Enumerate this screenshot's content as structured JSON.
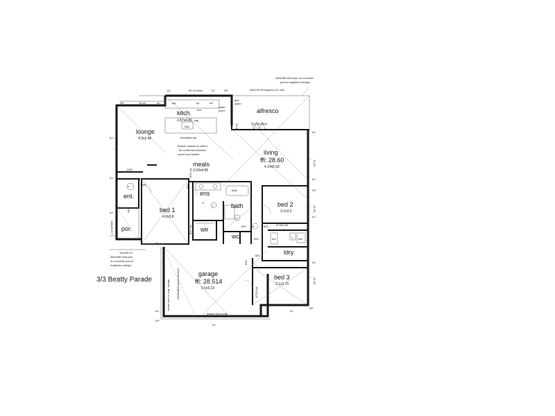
{
  "address": "3/3 Beatty Parade",
  "rooms": {
    "kitchen": {
      "name": "kitch.",
      "dims": "2.87x4.66"
    },
    "alfresco": {
      "name": "alfresco"
    },
    "lounge": {
      "name": "lounge",
      "dims": "4.0x3.48"
    },
    "living": {
      "name": "living",
      "ffl": "ffl: 28.60",
      "dims": "4.14x5.92"
    },
    "meals": {
      "name": "meals",
      "dims": "3.24x4.68"
    },
    "entry": {
      "name": "ent."
    },
    "porch": {
      "name": "por."
    },
    "bed1": {
      "name": "bed 1",
      "dims": "4.9x3.8"
    },
    "ensuite": {
      "name": "ens"
    },
    "bath": {
      "name": "bath"
    },
    "wir": {
      "name": "wir"
    },
    "wc": {
      "name": "wc"
    },
    "bed2": {
      "name": "bed 2",
      "dims": "3.1x3.3"
    },
    "laundry": {
      "name": "ldry"
    },
    "garage": {
      "name": "garage",
      "ffl": "ffl: 28.514",
      "dims": "5.5x6.23"
    },
    "bed3": {
      "name": "bed 3",
      "dims": "3.1x3.70"
    }
  },
  "annotations": {
    "brick_pier_top": [
      "350x350 brick pier on concrete",
      "pad to engineers design"
    ],
    "brick_pier_left": [
      "350x350 brick pier",
      "on concrete pad to",
      "engineers design"
    ],
    "lvl_over": "430x75 f18 hyspan LVL over",
    "window_0516": "05-16 fixed",
    "bifold": "24-36 bifold",
    "gas_water": [
      "gas",
      "water"
    ],
    "water_point": [
      "water",
      "point"
    ],
    "breakfast_bar": "breakfast bar",
    "feature_cutouts": [
      "feature cutouts to wall to",
      "be confirmed between",
      "owner and builder"
    ],
    "dim_1500": "1500",
    "dim_1020": "1020",
    "beam_140": "140x45 f17",
    "beam_140_left": "140x45 f17",
    "door_820_a": "820",
    "door_820_b": "820",
    "door_820_c": "820",
    "door_820_d": "820",
    "door_820_e": "820",
    "door_820_f": "820",
    "door_820_g": "820",
    "cav_820a": "820 cav",
    "cav_820b": "820 cav",
    "sld_3620": "3/ 620 sld",
    "sld_3720": "3/720 sld",
    "garage_door": "2400x4800 panel lift door",
    "beam_garage": "beam over to eng. design",
    "plaster_wall": "plaster lined wall",
    "mbe": "mbe",
    "bath_note": "bath",
    "fridge": "ref",
    "pantry": "pty",
    "hotplate": "hp",
    "ubo": "ubo",
    "dw": "dw",
    "sink": "sink",
    "sink_b": "s",
    "wm": "wm",
    "bro": "bro",
    "tr": "tr",
    "h": "h",
    "v1": "v",
    "v2": "v",
    "s_entry": "s",
    "smoke_alarm": "s",
    "dims": {
      "d1224_top": "12-24",
      "d1224_right": "12-24",
      "d1218_right": "12-18",
      "d1218_right_b": "12-18",
      "d2036": "20-36"
    },
    "aj": "AJ",
    "dp": "DP"
  }
}
